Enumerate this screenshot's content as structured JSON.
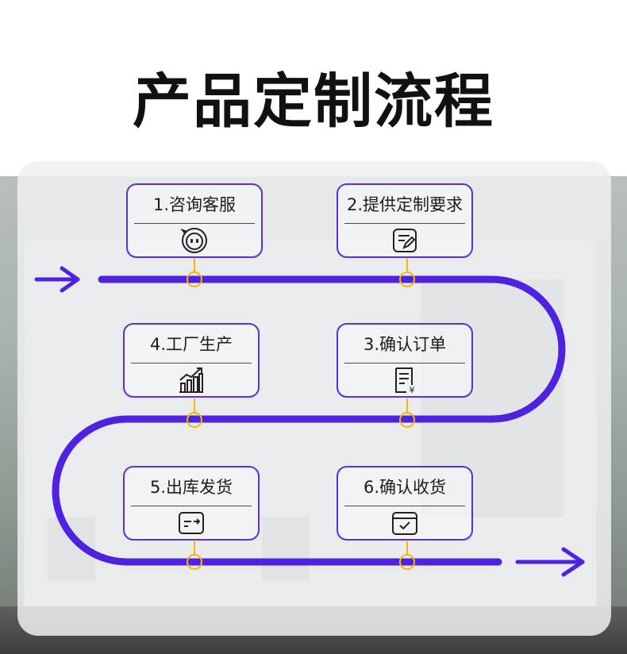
{
  "title": "产品定制流程",
  "steps": [
    {
      "label": "1.咨询客服",
      "icon": "chat-bubble-icon"
    },
    {
      "label": "2.提供定制要求",
      "icon": "edit-document-icon"
    },
    {
      "label": "3.确认订单",
      "icon": "order-receipt-icon"
    },
    {
      "label": "4.工厂生产",
      "icon": "growth-chart-icon"
    },
    {
      "label": "5.出库发货",
      "icon": "dispatch-icon"
    },
    {
      "label": "6.确认收货",
      "icon": "delivery-box-icon"
    }
  ],
  "colors": {
    "path": "#4e22e0",
    "card_border": "#5b2fe0",
    "connector": "#f5b800",
    "title": "#111111"
  }
}
